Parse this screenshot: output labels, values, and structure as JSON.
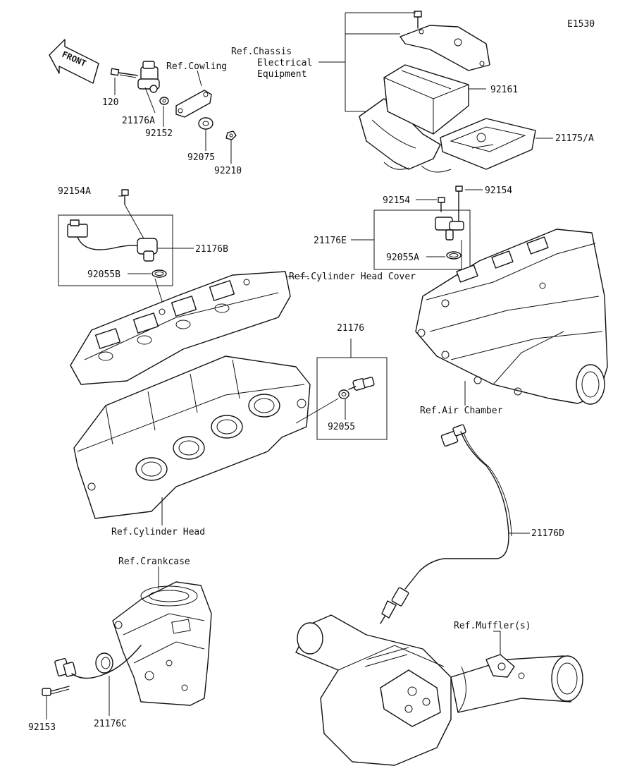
{
  "diagram_code": "E1530",
  "front_label": "FRONT",
  "labels": {
    "p120": "120",
    "p21176A": "21176A",
    "p92152": "92152",
    "p92075": "92075",
    "p92210": "92210",
    "ref_cowling": "Ref.Cowling",
    "ref_chassis_1": "Ref.Chassis",
    "ref_chassis_2": "Electrical",
    "ref_chassis_3": "Equipment",
    "p92161": "92161",
    "p21175A": "21175/A",
    "p92154A": "92154A",
    "p21176B": "21176B",
    "p92055B": "92055B",
    "ref_cyl_head_cover": "Ref.Cylinder Head Cover",
    "p92154_left": "92154",
    "p92154_right": "92154",
    "p21176E": "21176E",
    "p92055A": "92055A",
    "ref_air_chamber": "Ref.Air Chamber",
    "p21176": "21176",
    "p92055": "92055",
    "ref_cyl_head": "Ref.Cylinder Head",
    "p21176D": "21176D",
    "ref_crankcase": "Ref.Crankcase",
    "ref_mufflers": "Ref.Muffler(s)",
    "p92153": "92153",
    "p21176C": "21176C"
  }
}
